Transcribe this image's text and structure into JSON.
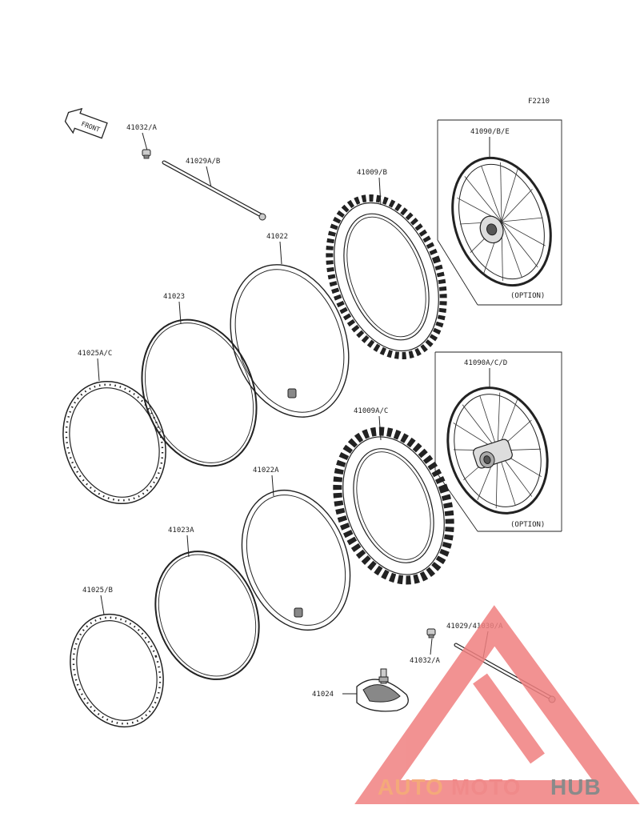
{
  "diagram": {
    "figure_code": "F2210",
    "front_arrow_text": "FRONT",
    "labels": {
      "p41032a_top": "41032/A",
      "p41029ab": "41029A/B",
      "p41022": "41022",
      "p41009b": "41009/B",
      "p41090be": "41090/B/E",
      "p41023": "41023",
      "p41025ac": "41025A/C",
      "p41009ac": "41009A/C",
      "p41090acd": "41090A/C/D",
      "p41022a": "41022A",
      "p41023a": "41023A",
      "p41025b": "41025/B",
      "p41029_41030a": "41029/41030/A",
      "p41032a_bottom": "41032/A",
      "p41024": "41024"
    },
    "option_top": "(OPTION)",
    "option_bottom": "(OPTION)"
  },
  "watermark": {
    "part1": "AUTO",
    "part2": "MOTO",
    "part3": "HUB",
    "colors": {
      "auto": "#f4a97a",
      "moto": "#f08a8a",
      "hub": "#8a8a8a",
      "logo": "#f08080"
    }
  }
}
